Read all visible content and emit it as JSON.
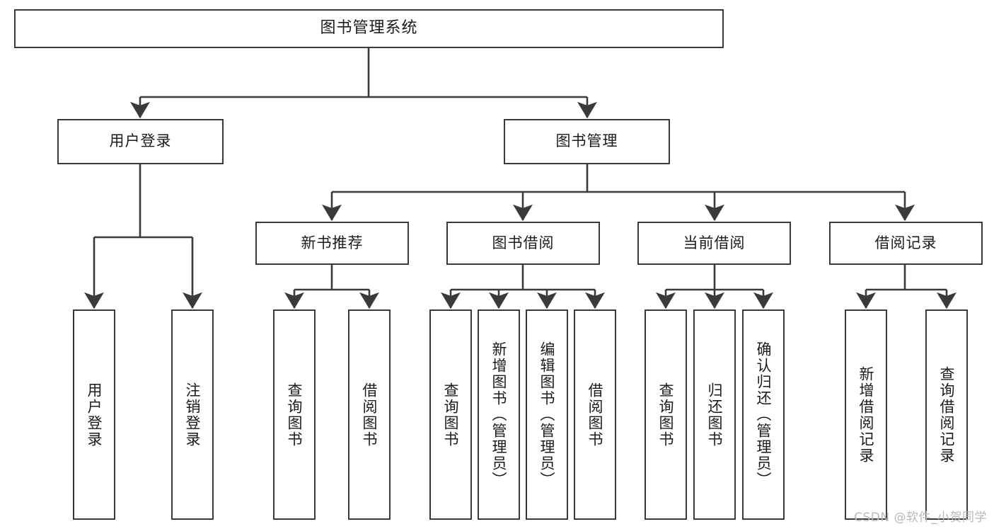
{
  "diagram": {
    "title": "图书管理系统",
    "type": "hierarchy-tree",
    "root": {
      "id": "root",
      "label": "图书管理系统",
      "orientation": "horizontal"
    },
    "level2": [
      {
        "id": "user-login",
        "label": "用户登录",
        "orientation": "horizontal"
      },
      {
        "id": "book-manage",
        "label": "图书管理",
        "orientation": "horizontal"
      }
    ],
    "level3": [
      {
        "id": "new-book-recommend",
        "label": "新书推荐",
        "orientation": "horizontal",
        "parent": "book-manage"
      },
      {
        "id": "book-borrow",
        "label": "图书借阅",
        "orientation": "horizontal",
        "parent": "book-manage"
      },
      {
        "id": "current-borrow",
        "label": "当前借阅",
        "orientation": "horizontal",
        "parent": "book-manage"
      },
      {
        "id": "borrow-record",
        "label": "借阅记录",
        "orientation": "horizontal",
        "parent": "book-manage"
      }
    ],
    "leaves": [
      {
        "id": "leaf-user-login",
        "label": "用户登录",
        "parent": "user-login",
        "orientation": "vertical"
      },
      {
        "id": "leaf-user-logout",
        "label": "注销登录",
        "parent": "user-login",
        "orientation": "vertical"
      },
      {
        "id": "leaf-rec-query-book",
        "label": "查询图书",
        "parent": "new-book-recommend",
        "orientation": "vertical"
      },
      {
        "id": "leaf-rec-borrow-book",
        "label": "借阅图书",
        "parent": "new-book-recommend",
        "orientation": "vertical"
      },
      {
        "id": "leaf-borrow-query-book",
        "label": "查询图书",
        "parent": "book-borrow",
        "orientation": "vertical"
      },
      {
        "id": "leaf-borrow-add-book",
        "label": "新增图书（管理员）",
        "parent": "book-borrow",
        "orientation": "vertical"
      },
      {
        "id": "leaf-borrow-edit-book",
        "label": "编辑图书（管理员）",
        "parent": "book-borrow",
        "orientation": "vertical"
      },
      {
        "id": "leaf-borrow-borrow-book",
        "label": "借阅图书",
        "parent": "book-borrow",
        "orientation": "vertical"
      },
      {
        "id": "leaf-current-query-book",
        "label": "查询图书",
        "parent": "current-borrow",
        "orientation": "vertical"
      },
      {
        "id": "leaf-current-return-book",
        "label": "归还图书",
        "parent": "current-borrow",
        "orientation": "vertical"
      },
      {
        "id": "leaf-current-confirm-return",
        "label": "确认归还（管理员）",
        "parent": "current-borrow",
        "orientation": "vertical"
      },
      {
        "id": "leaf-record-add",
        "label": "新增借阅记录",
        "parent": "borrow-record",
        "orientation": "vertical"
      },
      {
        "id": "leaf-record-query",
        "label": "查询借阅记录",
        "parent": "borrow-record",
        "orientation": "vertical"
      }
    ],
    "colors": {
      "stroke": "#3a3a3a",
      "text": "#1b1b1b",
      "background": "#ffffff",
      "watermark": "#b9b9b9"
    }
  },
  "watermark": {
    "text": "CSDN @软件_小贺同学"
  }
}
